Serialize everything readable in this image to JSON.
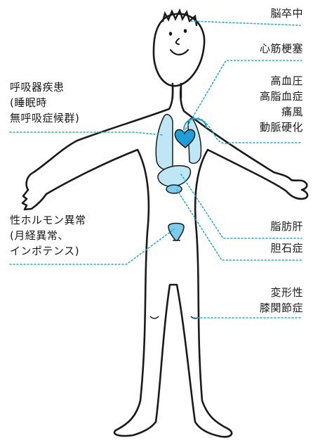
{
  "labels": {
    "stroke": [
      "脳卒中"
    ],
    "heart_attack": [
      "心筋梗塞"
    ],
    "metabolic": [
      "高血圧",
      "高脂血症",
      "痛風",
      "動脈硬化"
    ],
    "respiratory": [
      "呼吸器疾患",
      "(睡眠時",
      "無呼吸症候群)"
    ],
    "fatty_liver": [
      "脂肪肝"
    ],
    "hormone": [
      "性ホルモン異常",
      "(月経異常、",
      "インポテンス)"
    ],
    "gallstone": [
      "胆石症"
    ],
    "knee": [
      "変形性",
      "膝関節症"
    ]
  },
  "colors": {
    "outline": "#1a1a1a",
    "leader": "#29abd4",
    "heart": "#1e9fd8",
    "organ_light": "#bfe6f5",
    "organ_mid": "#7ccdeb"
  }
}
